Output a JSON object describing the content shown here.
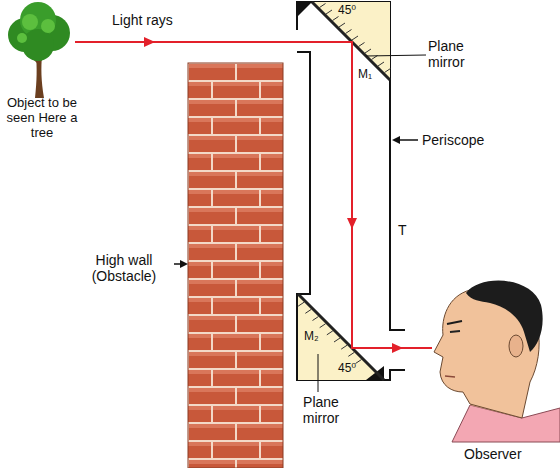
{
  "diagram": {
    "labels": [
      "Light rays",
      "45⁰",
      "Plane mirror",
      "M₁",
      "Object to be seen Here a tree",
      "Periscope",
      "High wall (Obstacle)",
      "T",
      "M₂",
      "45⁰",
      "Plane mirror",
      "Observer"
    ]
  }
}
